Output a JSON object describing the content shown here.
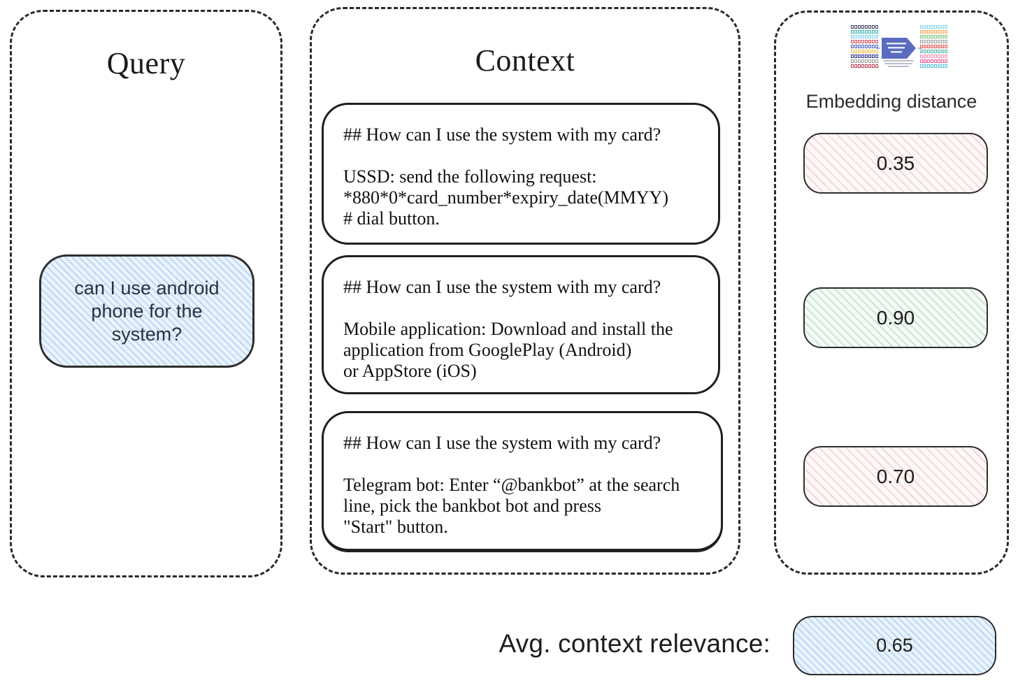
{
  "panels": {
    "query": {
      "title": "Query",
      "bubble_text": "can I use android phone for the system?"
    },
    "context": {
      "title": "Context",
      "items": [
        {
          "heading": "## How can I use the system with my card?",
          "body": "USSD: send the following request:\n*880*0*card_number*expiry_date(MMYY)\n# dial button."
        },
        {
          "heading": "## How can I use the system with my card?",
          "body": "Mobile application: Download and install the\napplication from GooglePlay (Android)\nor AppStore (iOS)"
        },
        {
          "heading": "## How can I use the system with my card?",
          "body": "Telegram bot: Enter “@bankbot” at the search\nline, pick the bankbot bot and press\n\"Start\" button."
        }
      ]
    },
    "embedding": {
      "label": "Embedding distance",
      "icon_name": "embedding-vectors-transform-icon",
      "scores": [
        {
          "value": "0.35",
          "tone": "red"
        },
        {
          "value": "0.90",
          "tone": "green"
        },
        {
          "value": "0.70",
          "tone": "red"
        }
      ]
    }
  },
  "footer": {
    "label": "Avg. context relevance:",
    "value": "0.65",
    "tone": "blue"
  },
  "colors": {
    "panel_border": "#2a2a2a",
    "blue_fill": "#eaf3fc",
    "red_hatch": "#e29696",
    "green_hatch": "#82c498",
    "blue_hatch": "#78afe6",
    "arrow_blue": "#5b6cc0"
  },
  "icon": {
    "left_rows": [
      "#3f3d63",
      "#35b5ac",
      "#7fd4f2",
      "#d94f5c",
      "#4f63c2",
      "#f2c14e",
      "#2e3192",
      "#9e9e9e",
      "#c0394b"
    ],
    "right_rows": [
      "#7fd8ea",
      "#f2a74e",
      "#7fc47f",
      "#a0a0a0",
      "#e05252",
      "#52b5a5",
      "#f08fb5",
      "#e5559a",
      "#52c5dd"
    ],
    "cells_per_row": 8
  }
}
